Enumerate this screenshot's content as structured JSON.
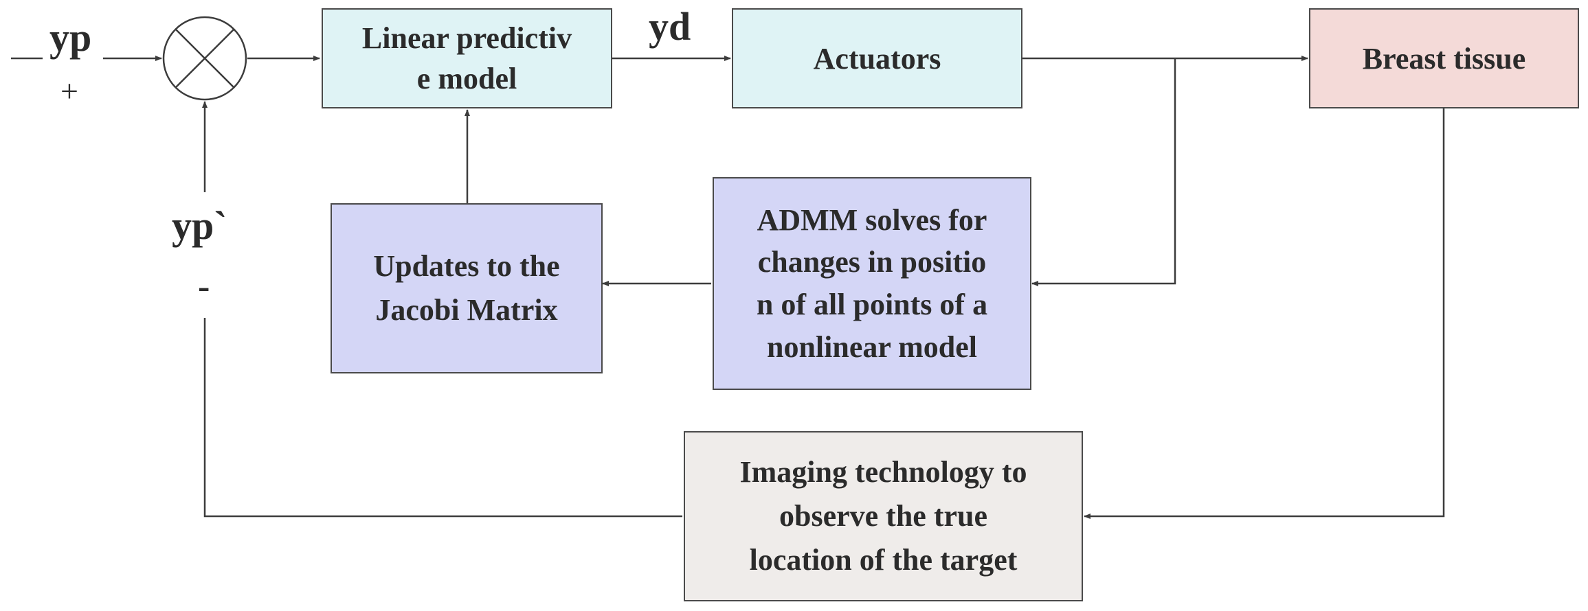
{
  "colors": {
    "line": "#3c3c3c",
    "box_border": "#4a4a4a",
    "teal_fill": "#dff3f5",
    "pink_fill": "#f4dad8",
    "lavender_fill": "#d4d6f6",
    "gray_fill": "#efecea",
    "text": "#2b2b2b"
  },
  "signals": {
    "input": "yp",
    "plus_sign": "+",
    "output": "yd",
    "feedback": "yp`",
    "minus_sign": "-"
  },
  "summing_junction": {
    "symbol": "cross-circle"
  },
  "blocks": {
    "linear_model": "Linear predictiv\ne model",
    "actuators": "Actuators",
    "breast_tissue": "Breast tissue",
    "admm": "ADMM solves for\nchanges in positio\nn of all points of a\nnonlinear model",
    "jacobi": "Updates to the\nJacobi Matrix",
    "imaging": "Imaging technology to\nobserve the true\nlocation of the target"
  }
}
